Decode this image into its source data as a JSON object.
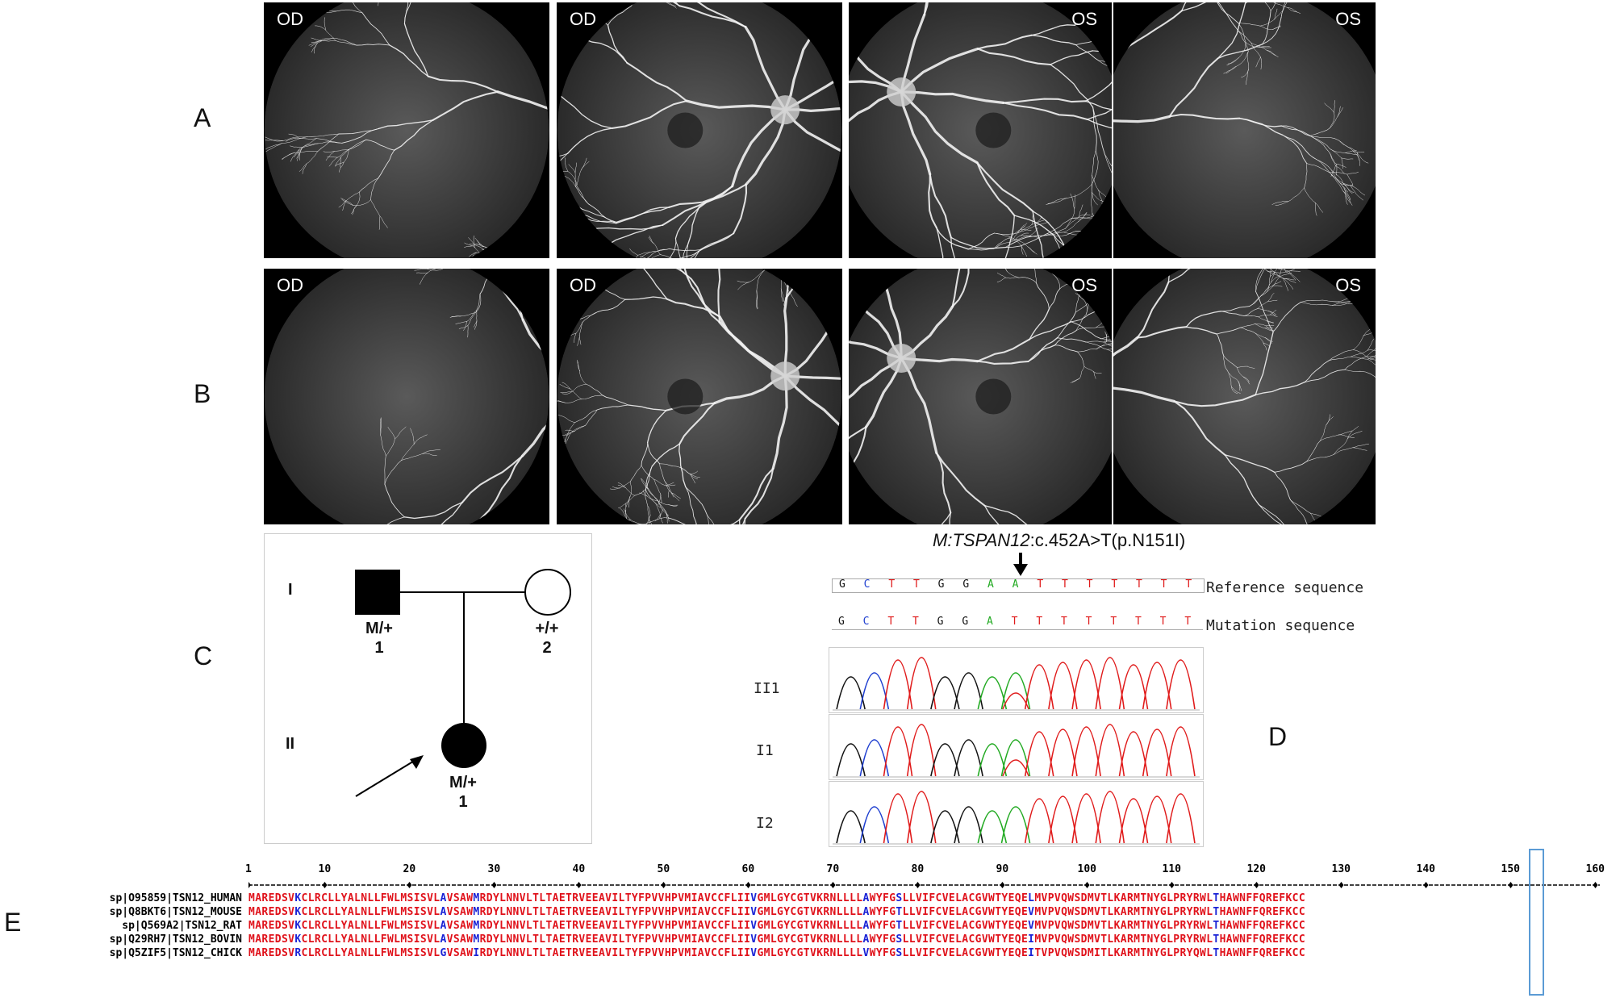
{
  "panels": {
    "A": "A",
    "B": "B",
    "C": "C",
    "D": "D",
    "E": "E"
  },
  "fundus_rowA": [
    {
      "eye": "OD",
      "side": "left",
      "seed": 1,
      "center": "far-right"
    },
    {
      "eye": "OD",
      "side": "left",
      "seed": 2,
      "center": "disc-right"
    },
    {
      "eye": "OS",
      "side": "right",
      "seed": 3,
      "center": "disc-left"
    },
    {
      "eye": "OS",
      "side": "right",
      "seed": 4,
      "center": "far-left"
    }
  ],
  "fundus_rowB": [
    {
      "eye": "OD",
      "side": "left",
      "seed": 5,
      "center": "far-right"
    },
    {
      "eye": "OD",
      "side": "left",
      "seed": 6,
      "center": "disc-right"
    },
    {
      "eye": "OS",
      "side": "right",
      "seed": 7,
      "center": "disc-left"
    },
    {
      "eye": "OS",
      "side": "right",
      "seed": 8,
      "center": "far-left"
    }
  ],
  "pedigree": {
    "gen_I": "I",
    "gen_II": "II",
    "father_geno": "M/+",
    "father_num": "1",
    "mother_geno": "+/+",
    "mother_num": "2",
    "child_geno": "M/+",
    "child_num": "1"
  },
  "sanger": {
    "title_prefix": "M:",
    "title_gene": "TSPAN12",
    "title_suffix": ":c.452A>T(p.N151I)",
    "ref_label": "Reference sequence",
    "mut_label": "Mutation sequence",
    "ref_bases": [
      "G",
      "C",
      "T",
      "T",
      "G",
      "G",
      "A",
      "A",
      "T",
      "T",
      "T",
      "T",
      "T",
      "T",
      "T"
    ],
    "mut_bases": [
      "G",
      "C",
      "T",
      "T",
      "G",
      "G",
      "A",
      "T",
      "T",
      "T",
      "T",
      "T",
      "T",
      "T",
      "T"
    ],
    "samples": [
      "II1",
      "I1",
      "I2"
    ]
  },
  "alignment": {
    "ruler": [
      "1",
      "10",
      "20",
      "30",
      "40",
      "50",
      "60",
      "70",
      "80",
      "90",
      "100",
      "110",
      "120",
      "130",
      "140",
      "150",
      "160"
    ],
    "rows": [
      {
        "label": "sp|O95859|TSN12_HUMAN",
        "seq": "MAREDSVKCLRCLLYALNLLFWLMSISVLAVSAWMRDYLNNVLTLTAETRVEEAVILTYFPVVHPVMIAVCCFLIIVGMLGYCGTVKRNLLLLAWYFGSLLVIFCVELACGVWTYEQELMVPVQWSDMVTLKARMTNYGLPRYRWLTHAWNFFQREFKCC"
      },
      {
        "label": "sp|Q8BKT6|TSN12_MOUSE",
        "seq": "MAREDSVKCLRCLLYALNLLFWLMSISVLAVSAWMRDYLNNVLTLTAETRVEEAVILTYFPVVHPVMIAVCCFLIIVGMLGYCGTVKRNLLLLAWYFGTLLVIFCVELACGVWTYEQEVMVPVQWSDMVTLKARMTNYGLPRYRWLTHAWNFFQREFKCC"
      },
      {
        "label": "sp|Q569A2|TSN12_RAT",
        "seq": "MAREDSVKCLRCLLYALNLLFWLMSISVLAVSAWMRDYLNNVLTLTAETRVEEAVILTYFPVVHPVMIAVCCFLIIVGMLGYCGTVKRNLLLLAWYFGTLLVIFCVELACGVWTYEQEVMVPVQWSDMVTLKARMTNYGLPRYRWLTHAWNFFQREFKCC"
      },
      {
        "label": "sp|Q29RH7|TSN12_BOVIN",
        "seq": "MAREDSVKCLRCLLYALNLLFWLMSISVLAVSAWMRDYLNNVLTLTAETRVEEAVILTYFPVVHPVMIAVCCFLIIVGMLGYCGTVKRNLLLLAWYFGSLLVIFCVELACGVWTYEQEIMVPVQWSDMVTLKARMTNYGLPRYRWLTHAWNFFQREFKCC"
      },
      {
        "label": "sp|Q5ZIF5|TSN12_CHICK",
        "seq": "MAREDSVRCLRCLLYALNLLFWLMSISVLGVSAWIRDYLNNVLTLTAETRVEEAVILTYFPVVHPVMIAVCCFLIIVGMLGYCGTVKRNLLLLVWYFGSLLVIFCVELACGVWTYEQEITVPVQWSDMITLKARMTNYGLPRYQWLTHAWNFFQREFKCC"
      }
    ]
  }
}
